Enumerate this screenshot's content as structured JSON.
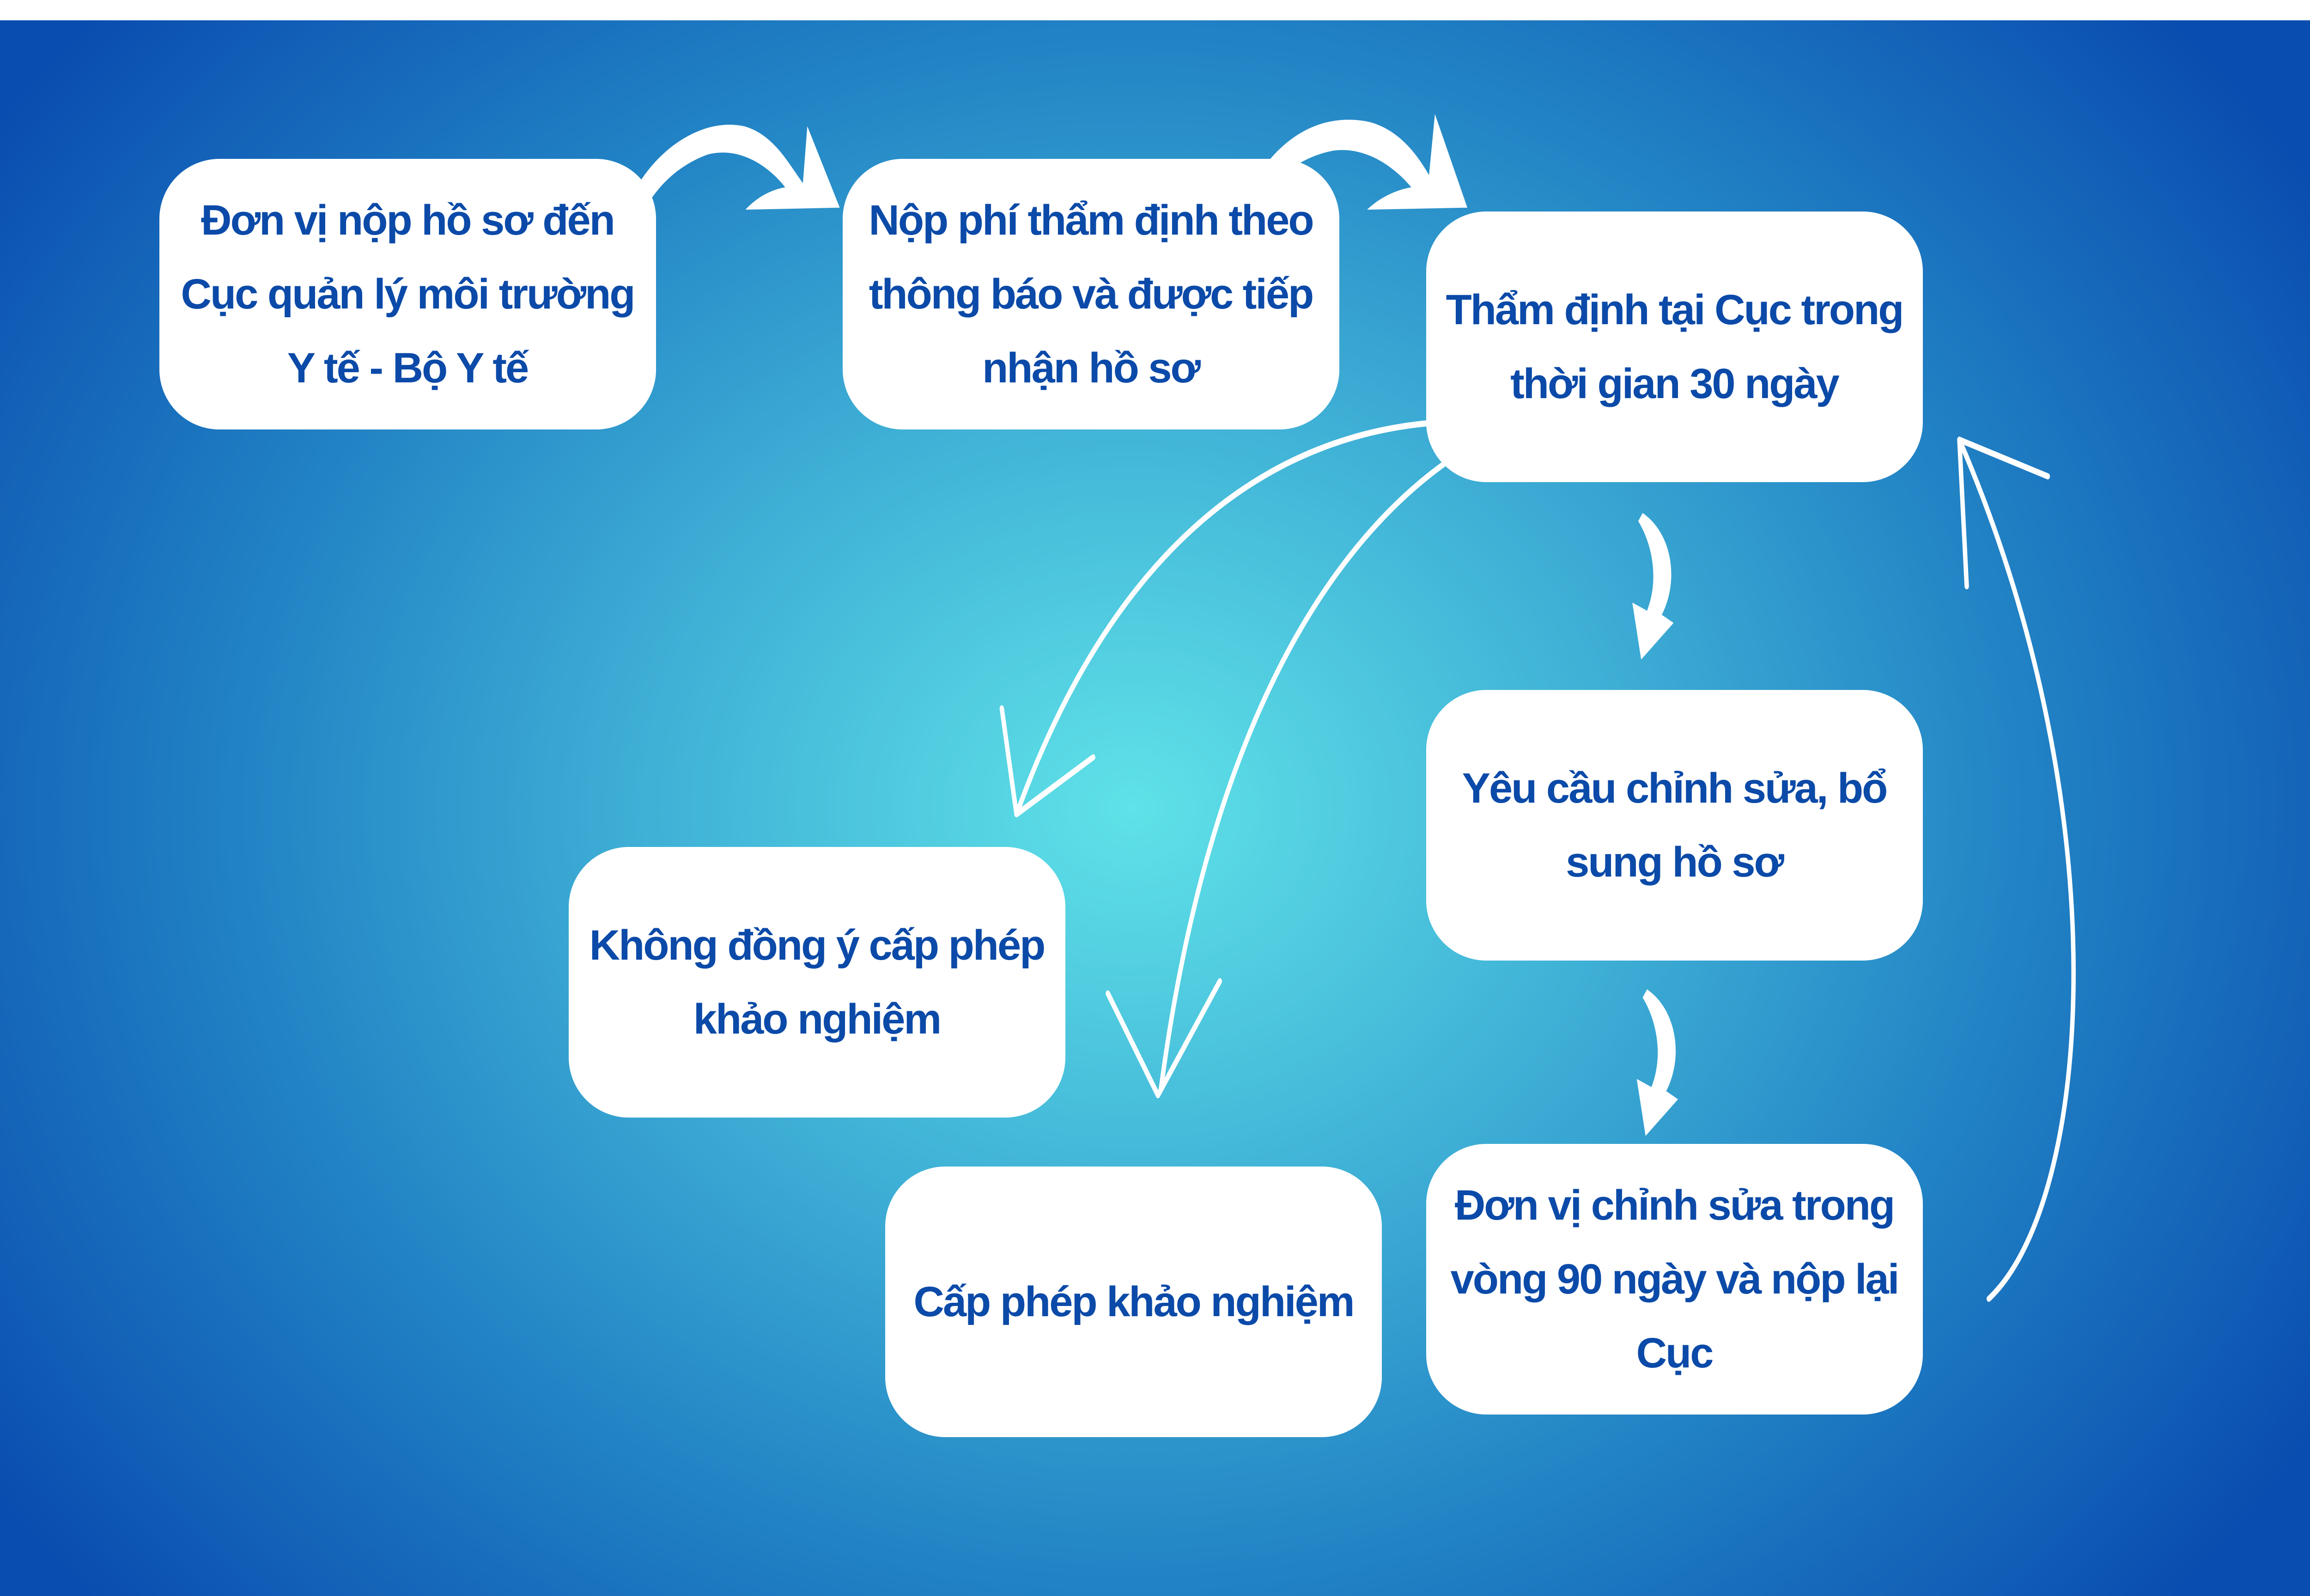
{
  "steps": [
    {
      "id": "submit",
      "text": "Đơn vị nộp hồ sơ đến Cục quản lý môi trường Y tế - Bộ Y tế"
    },
    {
      "id": "fee",
      "text": "Nộp phí thẩm định theo thông báo và được tiếp nhận hồ sơ"
    },
    {
      "id": "appraise",
      "text": "Thẩm định tại Cục trong thời gian 30 ngày"
    },
    {
      "id": "revise-request",
      "text": "Yêu cầu chỉnh sửa, bổ sung hồ sơ"
    },
    {
      "id": "revise",
      "text": "Đơn vị chỉnh sửa trong vòng 90 ngày và nộp lại Cục"
    },
    {
      "id": "reject",
      "text": "Không đồng ý cấp phép khảo nghiệm"
    },
    {
      "id": "approve",
      "text": "Cấp phép khảo nghiệm"
    }
  ],
  "colors": {
    "text": "#0b4aa8",
    "box": "#ffffff",
    "bg_center": "#5fe2e8",
    "bg_edge": "#0a4db0"
  }
}
